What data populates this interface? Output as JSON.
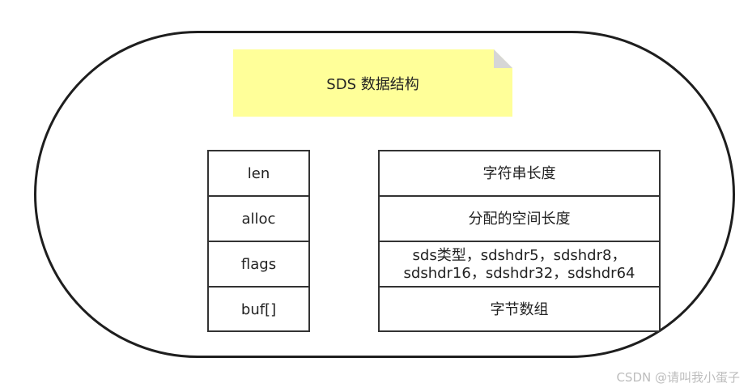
{
  "title": "SDS 数据结构",
  "fields": [
    {
      "name": "len",
      "description": "字符串长度"
    },
    {
      "name": "alloc",
      "description": "分配的空间长度"
    },
    {
      "name": "flags",
      "description": "sds类型，sdshdr5，sdshdr8，sdshdr16，sdshdr32，sdshdr64",
      "description_line1": "sds类型，sdshdr5，sdshdr8，",
      "description_line2": "sdshdr16，sdshdr32，sdshdr64"
    },
    {
      "name": "buf[]",
      "description": "字节数组"
    }
  ],
  "watermark": "CSDN @请叫我小蛋子",
  "colors": {
    "note_fill": "#ffff99",
    "note_fold": "#d6d6d6",
    "border": "#333333"
  }
}
